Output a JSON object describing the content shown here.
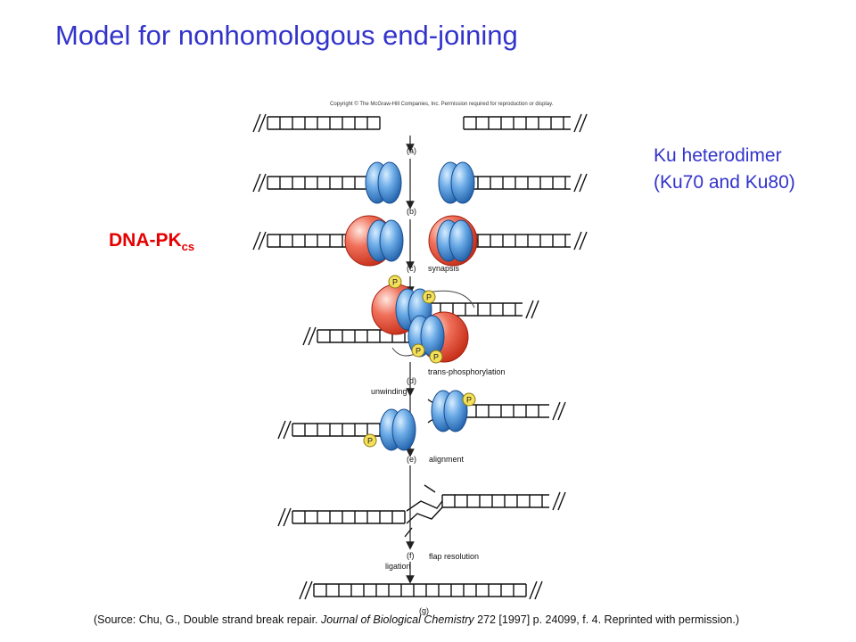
{
  "title": "Model for nonhomologous end-joining",
  "ku_label": {
    "line1": "Ku heterodimer",
    "line2": "(Ku70 and Ku80)"
  },
  "dnapk_label": {
    "main": "DNA-PK",
    "sub": "cs"
  },
  "copyright": "Copyright © The McGraw-Hill Companies, Inc. Permission required for reproduction or display.",
  "steps": {
    "a": "(a)",
    "b": "(b)",
    "c": "(c)",
    "d": "(d)",
    "e": "(e)",
    "f": "(f)",
    "g": "(g)",
    "synapsis": "synapsis",
    "trans_phosphorylation": "trans-phosphorylation",
    "unwinding": "unwinding",
    "alignment": "alignment",
    "flap_resolution": "flap resolution",
    "ligation": "ligation"
  },
  "phospho_label": "P",
  "source": {
    "prefix": "(Source: Chu, G., Double strand break repair. ",
    "journal": "Journal of Biological Chemistry",
    "suffix": " 272 [1997] p. 24099, f. 4. Reprinted with permission.)"
  },
  "colors": {
    "title": "#3333cc",
    "dnapk": "#e60000",
    "ku_fill": "#5b9bd5",
    "dnapk_fill": "#e8503a",
    "phospho_fill": "#f5e05a"
  }
}
